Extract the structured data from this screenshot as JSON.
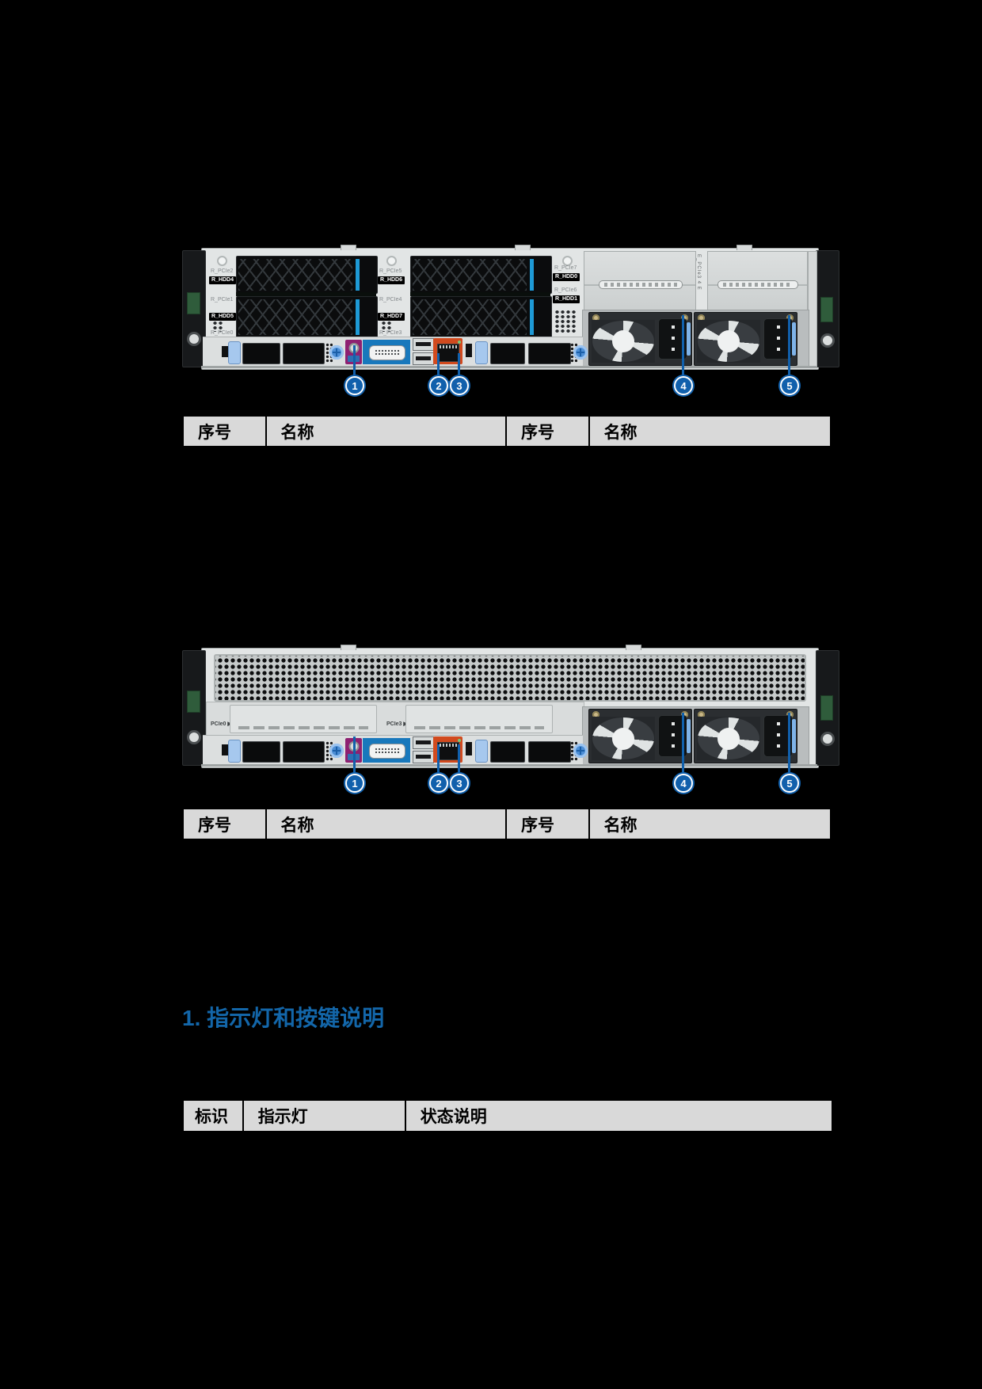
{
  "section_heading": {
    "text": "1. 指示灯和按键说明",
    "color": "#1366A9"
  },
  "callouts": {
    "numbers": [
      "1",
      "2",
      "3",
      "4",
      "5"
    ],
    "circle_color": "#1160AC"
  },
  "tables": {
    "rear_table_1": {
      "headers": [
        "序号",
        "名称",
        "序号",
        "名称"
      ]
    },
    "rear_table_2": {
      "headers": [
        "序号",
        "名称",
        "序号",
        "名称"
      ]
    },
    "indicator_table": {
      "headers": [
        "标识",
        "指示灯",
        "状态说明"
      ]
    },
    "header_bg": "#D9D9D9"
  },
  "rear_view_1": {
    "labels": {
      "pcie2": "R_PCIe2",
      "hdd4": "R_HDD4",
      "pcie1": "R_PCIe1",
      "hdd5": "R_HDD5",
      "pcie0": "R_PCIe0",
      "pcie5": "R_PCIe5",
      "hdd6": "R_HDD6",
      "pcie4": "R_PCIe4",
      "hdd7": "R_HDD7",
      "pcie3": "R_PCIe3",
      "pcie7": "R_PCIe7",
      "hdd0": "R_HDD0",
      "pcie6": "R_PCIe6",
      "hdd1": "R_HDD1",
      "riser_vertical": "E_PCIe3 4 E"
    }
  },
  "rear_view_2": {
    "labels": {
      "slot_left": "PCIe0 ▶",
      "slot_mid": "PCIe3 ▶"
    }
  },
  "colors": {
    "heading_blue": "#1366A9",
    "callout_blue": "#1160AC",
    "vga_panel_blue": "#1878BC",
    "mgmt_port_orange": "#D14A1E",
    "serial_module_purple": "#8E2071",
    "drive_stripe_blue": "#1E9AD6",
    "table_header_bg": "#D9D9D9",
    "page_background": "#000000"
  }
}
